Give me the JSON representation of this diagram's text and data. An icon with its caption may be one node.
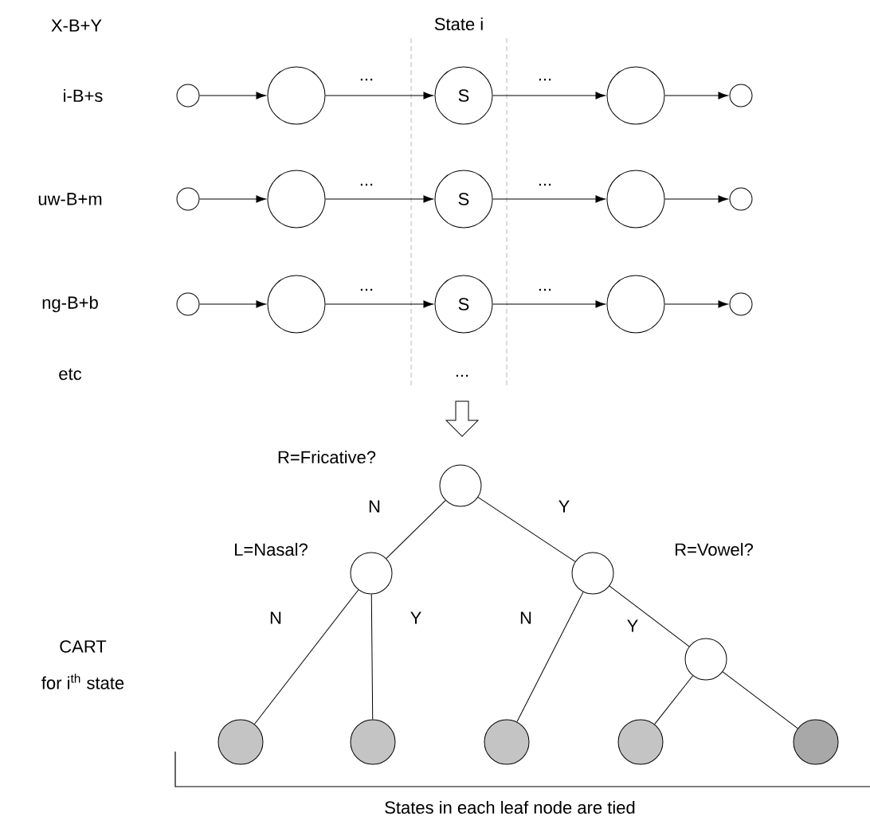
{
  "diagram": {
    "nodes": [
      {
        "text": [],
        "shape": "circle"
      },
      {
        "text": [],
        "shape": "circle"
      },
      {
        "text": [
          "S"
        ]
      },
      {
        "text": [],
        "shape": "circle"
      },
      {
        "text": [],
        "shape": "circle"
      },
      {
        "text": [],
        "shape": "circle"
      },
      {
        "text": [],
        "shape": "circle"
      },
      {
        "text": [
          "S"
        ]
      },
      {
        "text": [],
        "shape": "circle"
      },
      {
        "text": [],
        "shape": "circle"
      },
      {
        "text": [],
        "shape": "circle"
      },
      {
        "text": [],
        "shape": "circle"
      },
      {
        "text": [
          "S"
        ]
      },
      {
        "text": [],
        "shape": "circle"
      },
      {
        "text": [],
        "shape": "circle"
      },
      {
        "text": [],
        "shape": "circle",
        "beside": [
          "R=Fricative?"
        ]
      },
      {
        "text": [],
        "shape": "circle",
        "beside": [
          "L=Nasal?"
        ]
      },
      {
        "text": [],
        "shape": "circle",
        "beside": [
          "R=Vowel?"
        ]
      },
      {
        "text": [],
        "shape": "circle"
      },
      {
        "text": [],
        "shape": "circle"
      },
      {
        "text": [],
        "shape": "circle"
      },
      {
        "text": [],
        "shape": "circle"
      },
      {
        "text": [],
        "shape": "circle"
      },
      {
        "text": [],
        "shape": "circle"
      }
    ],
    "edges": [
      {
        "from": 0,
        "to": 1,
        "arrow": "to"
      },
      {
        "from": 1,
        "to": 2,
        "arrow": "to",
        "label": "..."
      },
      {
        "from": 2,
        "to": 3,
        "arrow": "to",
        "label": "..."
      },
      {
        "from": 3,
        "to": 4,
        "arrow": "to"
      },
      {
        "from": 5,
        "to": 6,
        "arrow": "to"
      },
      {
        "from": 6,
        "to": 7,
        "arrow": "to",
        "label": "..."
      },
      {
        "from": 7,
        "to": 8,
        "arrow": "to",
        "label": "..."
      },
      {
        "from": 8,
        "to": 9,
        "arrow": "to"
      },
      {
        "from": 10,
        "to": 11,
        "arrow": "to"
      },
      {
        "from": 11,
        "to": 12,
        "arrow": "to",
        "label": "..."
      },
      {
        "from": 12,
        "to": 13,
        "arrow": "to",
        "label": "..."
      },
      {
        "from": 13,
        "to": 14,
        "arrow": "to"
      },
      {
        "from": 15,
        "to": 16,
        "arrow": "none",
        "label": "N"
      },
      {
        "from": 15,
        "to": 17,
        "arrow": "none",
        "label": "Y"
      },
      {
        "from": 16,
        "to": 19,
        "arrow": "none",
        "label": "N"
      },
      {
        "from": 16,
        "to": 20,
        "arrow": "none",
        "label": "Y"
      },
      {
        "from": 17,
        "to": 21,
        "arrow": "none",
        "label": "N"
      },
      {
        "from": 17,
        "to": 18,
        "arrow": "none",
        "label": "Y"
      },
      {
        "from": 18,
        "to": 22,
        "arrow": "none"
      },
      {
        "from": 18,
        "to": 23,
        "arrow": "none"
      }
    ],
    "labels": [
      "X-B+Y",
      "State i",
      "i-B+s",
      "uw-B+m",
      "ng-B+b",
      "etc",
      "...",
      "CART",
      "for i$^{th}$ state",
      "States in each leaf node are tied"
    ]
  }
}
